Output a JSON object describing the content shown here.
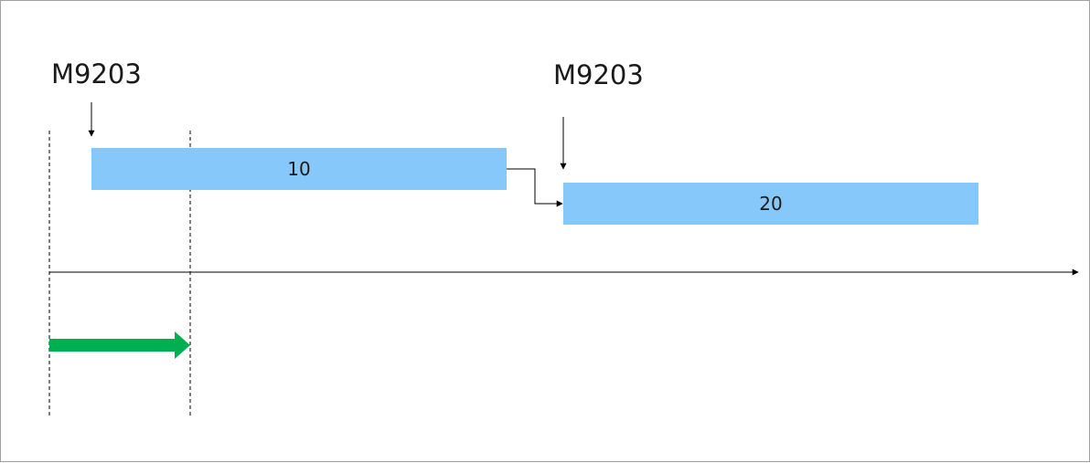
{
  "diagram": {
    "labels": {
      "first_marker": "M9203",
      "second_marker": "M9203"
    },
    "tasks": [
      {
        "label": "10"
      },
      {
        "label": "20"
      }
    ],
    "colors": {
      "task_fill": "#87c8fa",
      "progress_arrow": "#00b050",
      "lines": "#000000"
    }
  }
}
